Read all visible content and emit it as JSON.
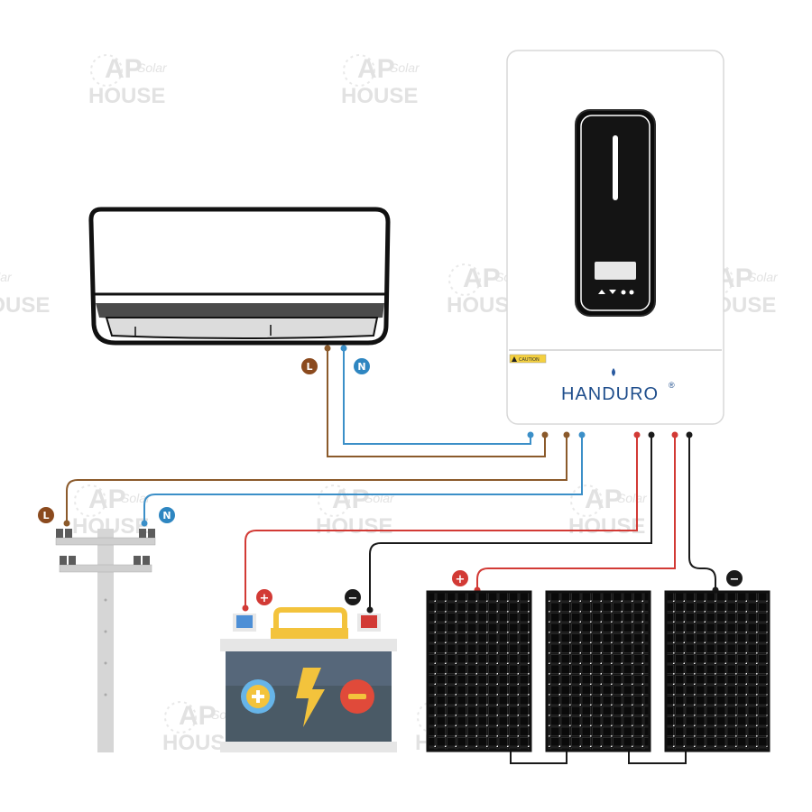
{
  "watermark": {
    "brand": "AP",
    "small": "Solar",
    "word": "HOUSE"
  },
  "inverter": {
    "brand": "HANDURO",
    "registered": "®",
    "caution_label": "CAUTION"
  },
  "labels": {
    "ac_live": "L",
    "ac_neutral": "N",
    "grid_live": "L",
    "grid_neutral": "N",
    "battery_positive": "+",
    "battery_negative": "−",
    "pv_positive": "+",
    "pv_negative": "−"
  },
  "colors": {
    "live_wire": "#8b5a2b",
    "neutral_wire": "#3b8fc8",
    "positive_wire": "#d23a35",
    "negative_wire": "#1a1a1a",
    "live_badge": "#8b4a1e",
    "neutral_badge": "#2e86c1"
  }
}
